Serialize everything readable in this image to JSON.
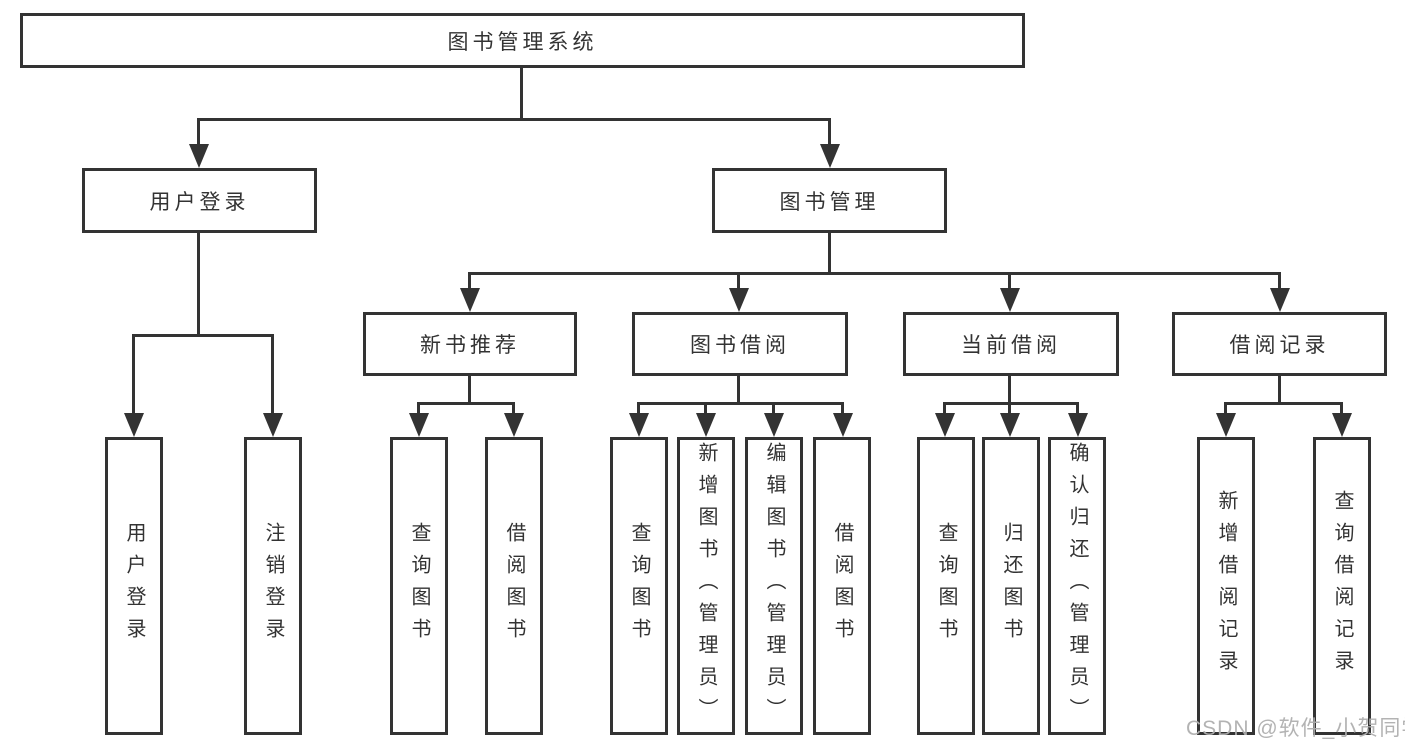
{
  "tree": {
    "label": "图书管理系统",
    "children": [
      {
        "label": "用户登录",
        "children": [
          {
            "label": "用户登录"
          },
          {
            "label": "注销登录"
          }
        ]
      },
      {
        "label": "图书管理",
        "children": [
          {
            "label": "新书推荐",
            "children": [
              {
                "label": "查询图书"
              },
              {
                "label": "借阅图书"
              }
            ]
          },
          {
            "label": "图书借阅",
            "children": [
              {
                "label": "查询图书"
              },
              {
                "label": "新增图书（管理员）"
              },
              {
                "label": "编辑图书（管理员）"
              },
              {
                "label": "借阅图书"
              }
            ]
          },
          {
            "label": "当前借阅",
            "children": [
              {
                "label": "查询图书"
              },
              {
                "label": "归还图书"
              },
              {
                "label": "确认归还（管理员）"
              }
            ]
          },
          {
            "label": "借阅记录",
            "children": [
              {
                "label": "新增借阅记录"
              },
              {
                "label": "查询借阅记录"
              }
            ]
          }
        ]
      }
    ]
  },
  "watermark": {
    "text": "CSDN @软件_小贺同学"
  },
  "colors": {
    "line": "#333333",
    "text": "#333333",
    "watermark": "#afafaf",
    "background": "#ffffff"
  }
}
